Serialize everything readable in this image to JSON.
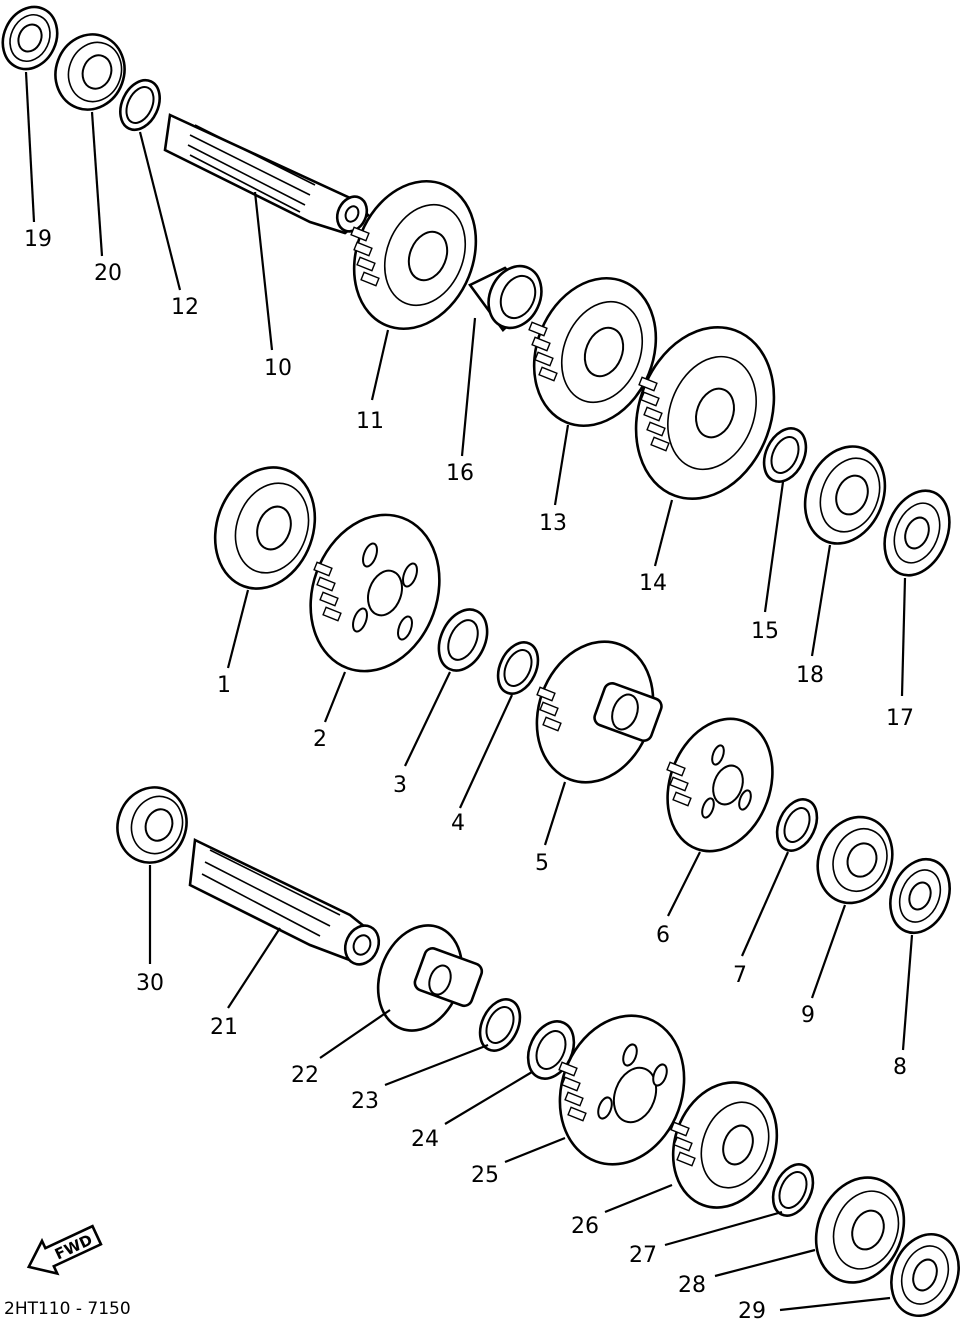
{
  "diagram_code": "2HT110 - 7150",
  "fwd_label": "FWD",
  "callouts": [
    {
      "id": "c19",
      "text": "19"
    },
    {
      "id": "c20",
      "text": "20"
    },
    {
      "id": "c12",
      "text": "12"
    },
    {
      "id": "c10",
      "text": "10"
    },
    {
      "id": "c11",
      "text": "11"
    },
    {
      "id": "c16",
      "text": "16"
    },
    {
      "id": "c13",
      "text": "13"
    },
    {
      "id": "c14",
      "text": "14"
    },
    {
      "id": "c15",
      "text": "15"
    },
    {
      "id": "c18",
      "text": "18"
    },
    {
      "id": "c17",
      "text": "17"
    },
    {
      "id": "c1",
      "text": "1"
    },
    {
      "id": "c2",
      "text": "2"
    },
    {
      "id": "c3",
      "text": "3"
    },
    {
      "id": "c4",
      "text": "4"
    },
    {
      "id": "c5",
      "text": "5"
    },
    {
      "id": "c6",
      "text": "6"
    },
    {
      "id": "c7",
      "text": "7"
    },
    {
      "id": "c9",
      "text": "9"
    },
    {
      "id": "c8",
      "text": "8"
    },
    {
      "id": "c30",
      "text": "30"
    },
    {
      "id": "c21",
      "text": "21"
    },
    {
      "id": "c22",
      "text": "22"
    },
    {
      "id": "c23",
      "text": "23"
    },
    {
      "id": "c24",
      "text": "24"
    },
    {
      "id": "c25",
      "text": "25"
    },
    {
      "id": "c26",
      "text": "26"
    },
    {
      "id": "c27",
      "text": "27"
    },
    {
      "id": "c28",
      "text": "28"
    },
    {
      "id": "c29",
      "text": "29"
    }
  ]
}
